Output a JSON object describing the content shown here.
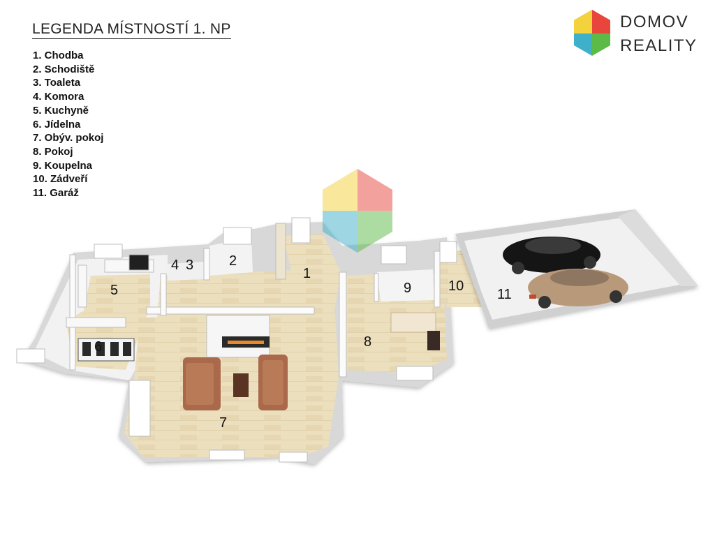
{
  "legend": {
    "title": "LEGENDA MÍSTNOSTÍ 1. NP",
    "items": [
      "1. Chodba",
      "2. Schodiště",
      "3. Toaleta",
      "4. Komora",
      "5. Kuchyně",
      "6. Jídelna",
      "7. Obýv. pokoj",
      "8. Pokoj",
      "9. Koupelna",
      "10. Zádveří",
      "11. Garáž"
    ]
  },
  "brand": {
    "line1": "DOMOV",
    "line2": "REALITY"
  },
  "rooms": [
    "1",
    "2",
    "3",
    "4",
    "5",
    "6",
    "7",
    "8",
    "9",
    "10",
    "11"
  ],
  "colors": {
    "floor_wood": "#eadcb8",
    "wall_top": "#f7f7f7",
    "wall_side": "#cfcfcf",
    "sofa": "#a9694a",
    "car_black": "#151515",
    "car_beige": "#b89a7a",
    "logo_yellow": "#f4d23c",
    "logo_red": "#e8453c",
    "logo_green": "#5cba47",
    "logo_blue": "#3fb0c9"
  },
  "icons": [
    "brand-cube-icon",
    "watermark-cube-icon"
  ]
}
